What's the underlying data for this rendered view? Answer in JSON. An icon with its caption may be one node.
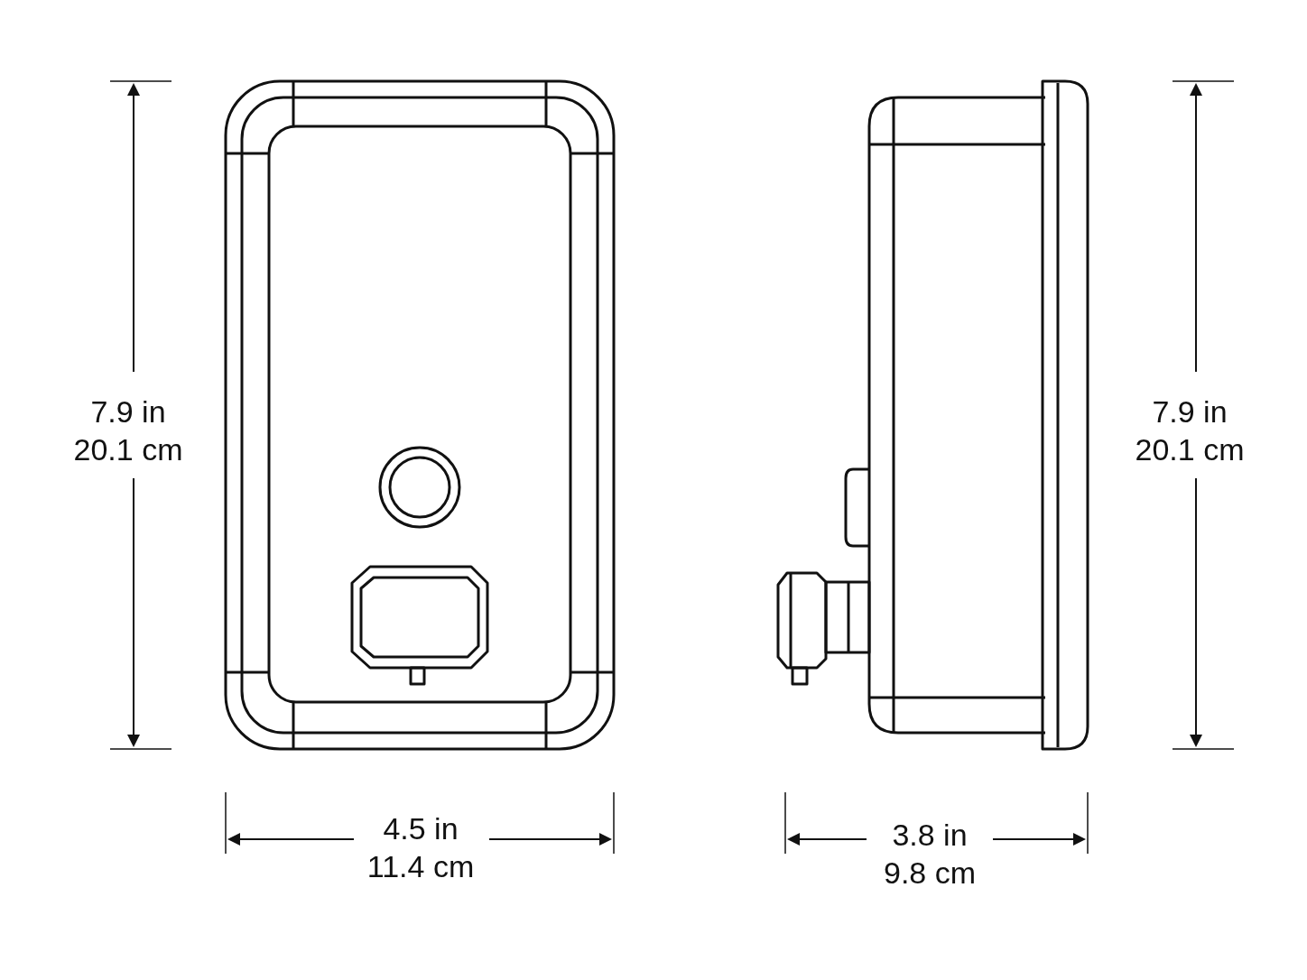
{
  "diagram": {
    "labels": [
      "7.9 in",
      "20.1 cm",
      "7.9 in",
      "20.1 cm",
      "4.5 in",
      "11.4 cm",
      "3.8 in",
      "9.8 cm"
    ]
  }
}
